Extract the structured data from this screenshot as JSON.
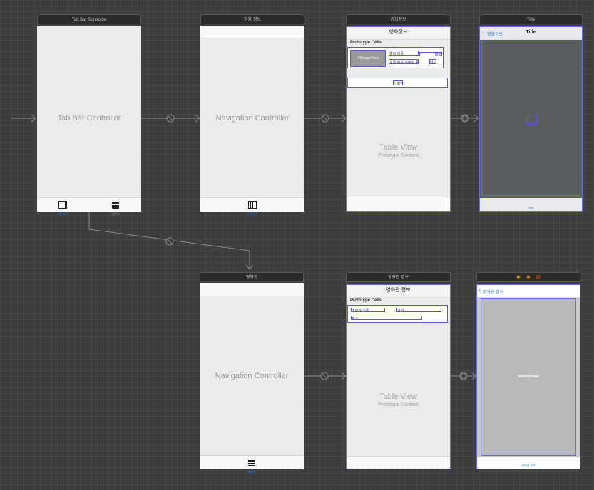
{
  "scenes": {
    "tabbar": {
      "title": "Tab Bar Controller",
      "label": "Tab Bar Controller",
      "tab1": "영화 목록",
      "tab2": "영화관"
    },
    "nav1": {
      "title": "영화 정보",
      "label": "Navigation Controller",
      "tab": "영화 정보"
    },
    "table1": {
      "title": "영화정보",
      "nav_title": "영화정보",
      "section": "Prototype Cells",
      "image_view": "UIImageView",
      "cell_title": "영화 제목",
      "cell_sub": "감독 배우 개봉일 등급",
      "cell_right": "평점",
      "cell_btn": "더보기",
      "link": "더보기",
      "label": "Table View",
      "sublabel": "Prototype Content"
    },
    "detail1": {
      "title": "Title",
      "back": "영화정보",
      "nav_title": "Title",
      "footer": "Title"
    },
    "nav2": {
      "title": "영화관",
      "label": "Navigation Controller",
      "tab": "영화관"
    },
    "table2": {
      "title": "영화관 정보",
      "nav_title": "영화관 정보",
      "section": "Prototype Cells",
      "cell_a": "영화관 이름",
      "cell_b": "거리",
      "cell_c": "주소",
      "label": "Table View",
      "sublabel": "Prototype Content"
    },
    "map": {
      "back": "영화관 정보",
      "map_label": "MKMapView",
      "footer": "영화관 정보"
    }
  }
}
